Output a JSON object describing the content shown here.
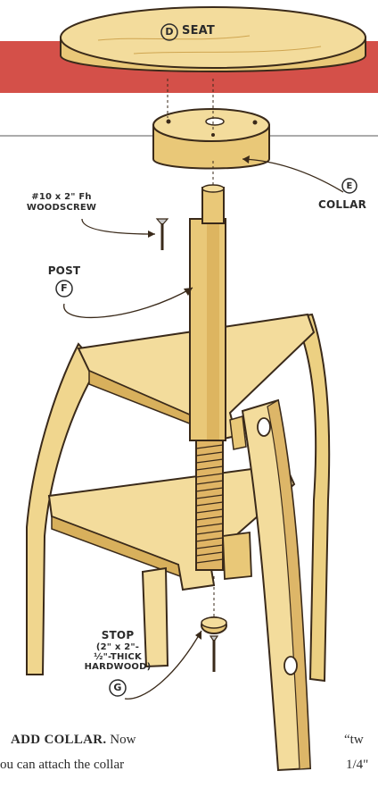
{
  "colors": {
    "banner": "#d45049",
    "wood_light": "#f3dc9c",
    "wood_mid": "#e9c878",
    "wood_dark": "#d4a64c",
    "outline": "#3a2a1a"
  },
  "callouts": {
    "seat": {
      "letter": "D",
      "name": "SEAT"
    },
    "collar": {
      "letter": "E",
      "name": "COLLAR"
    },
    "post": {
      "letter": "F",
      "name": "POST"
    },
    "stop": {
      "letter": "G",
      "name": "STOP",
      "detail_line1": "(2\" x 2\"-",
      "detail_line2": "½\"-THICK",
      "detail_line3": "HARDWOOD)"
    },
    "screw": {
      "line1": "#10 x 2\" Fh",
      "line2": "WOODSCREW"
    }
  },
  "text": {
    "heading": "ADD COLLAR.",
    "left_line1_rest": "Now",
    "left_line2": "ou can attach the collar",
    "right_line1": "“tw",
    "right_line2": "1/4\""
  }
}
